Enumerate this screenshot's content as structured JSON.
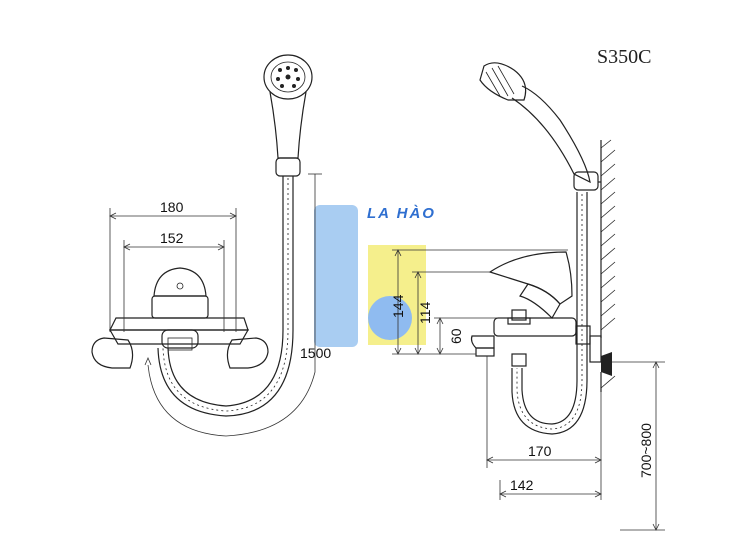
{
  "model": "S350C",
  "watermark": {
    "brand_text": "LA HÀO",
    "colors": {
      "blue": "#a9cdf2",
      "blue_dot": "#8fbbf0",
      "yellow": "#f5ef8c",
      "brand": "#2f6fd0"
    }
  },
  "front_view": {
    "dim_outer": "180",
    "dim_inner": "152",
    "dim_hose": "1500"
  },
  "side_view": {
    "dim_h1": "144",
    "dim_h2": "114",
    "dim_h3": "60",
    "dim_w1": "170",
    "dim_w2": "142",
    "dim_mount": "700~800"
  }
}
